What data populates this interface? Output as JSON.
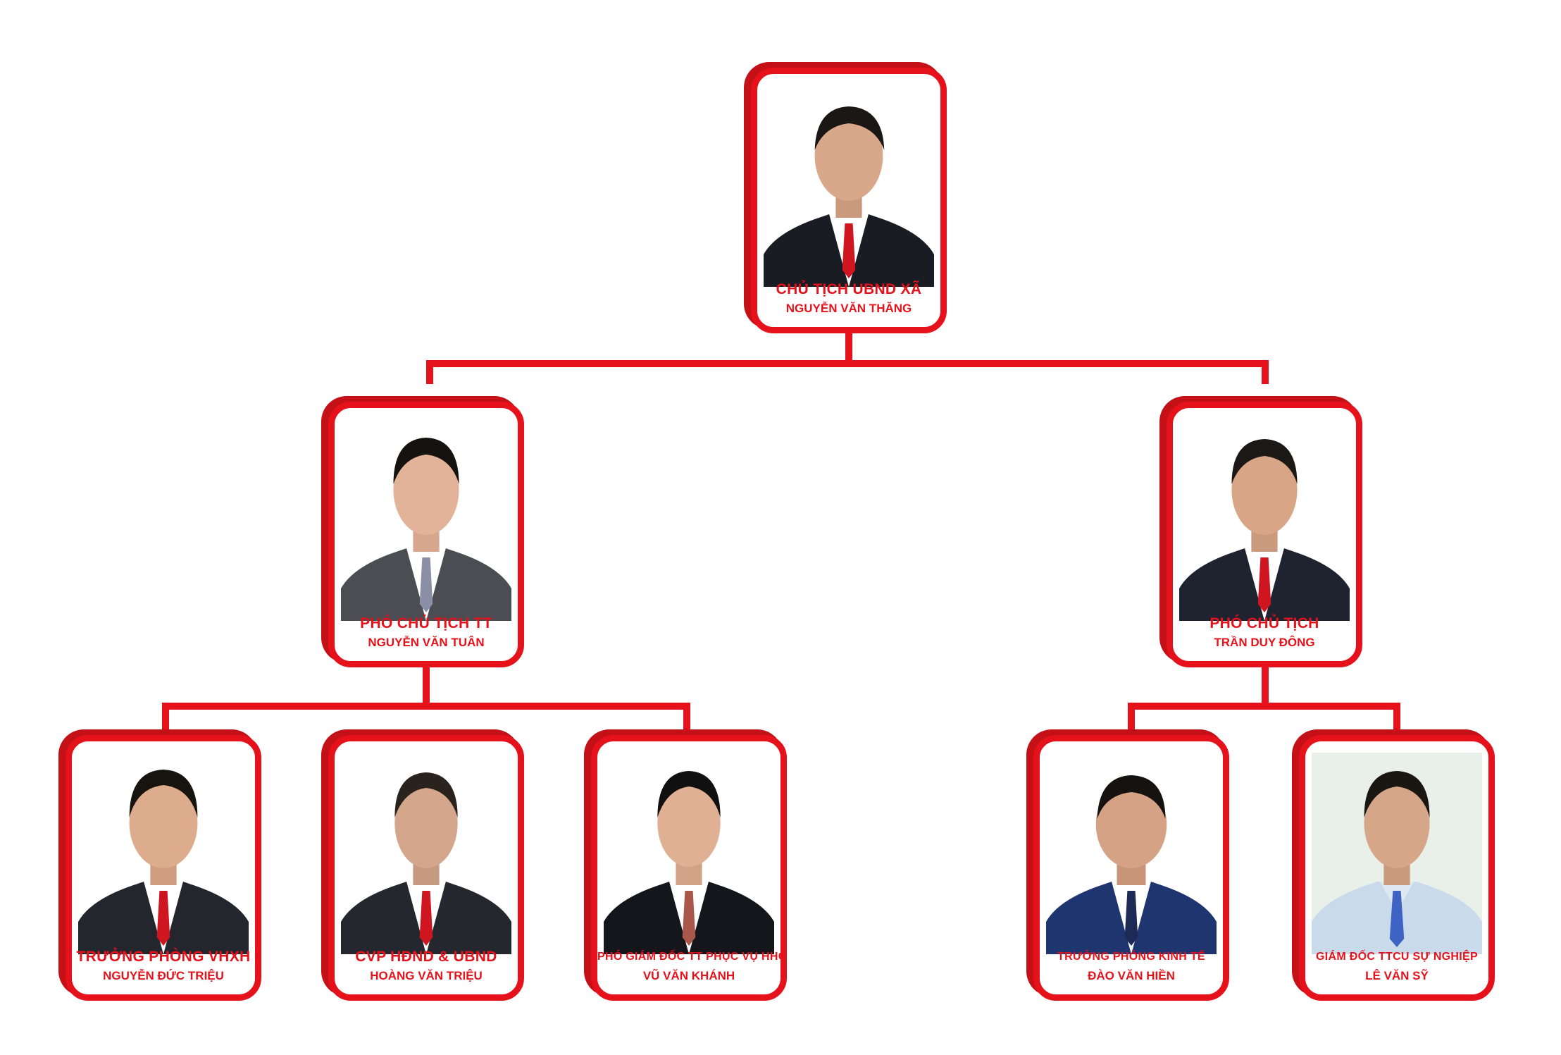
{
  "theme": {
    "accent": "#e5121b",
    "shadow": "#c41017"
  },
  "people": {
    "chairman": {
      "role": "CHỦ TỊCH UBND XÃ",
      "name": "NGUYỄN VĂN THĂNG"
    },
    "vice_tt": {
      "role": "PHÓ CHỦ TỊCH TT",
      "name": "NGUYỄN VĂN TUÂN"
    },
    "vice": {
      "role": "PHÓ CHỦ TỊCH",
      "name": "TRẦN DUY ĐÔNG"
    },
    "vhxh": {
      "role": "TRƯỞNG PHÒNG VHXH",
      "name": "NGUYỄN ĐỨC TRIỆU"
    },
    "cvp": {
      "role": "CVP HĐND & UBND",
      "name": "HOÀNG VĂN TRIỆU"
    },
    "pgd_hhc": {
      "role": "PHÓ GIÁM ĐỐC TT PHỤC VỤ HHC",
      "name": "VŨ VĂN KHÁNH"
    },
    "kinhte": {
      "role": "TRƯỞNG PHÒNG KINH TẾ",
      "name": "ĐÀO VĂN HIỀN"
    },
    "gd_ttcu": {
      "role": "GIÁM ĐỐC TTCU SỰ NGHIỆP",
      "name": "LÊ VĂN SỸ"
    }
  }
}
